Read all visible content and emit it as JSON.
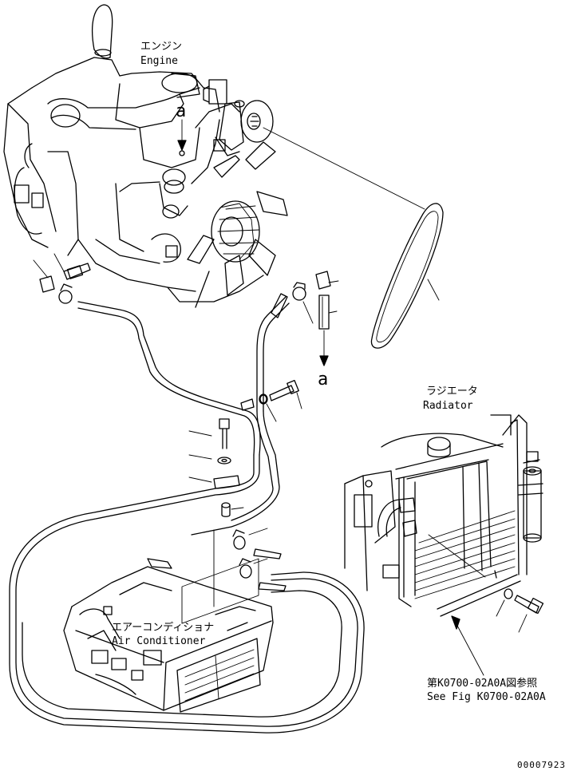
{
  "labels": {
    "engine_jp": "エンジン",
    "engine_en": "Engine",
    "radiator_jp": "ラジエータ",
    "radiator_en": "Radiator",
    "aircon_jp": "エアーコンディショナ",
    "aircon_en": "Air Conditioner",
    "ref_jp": "第K0700-02A0A図参照",
    "ref_en": "See Fig K0700-02A0A",
    "marker_top": "a",
    "marker_bottom": "a",
    "doc_number": "00007923"
  }
}
